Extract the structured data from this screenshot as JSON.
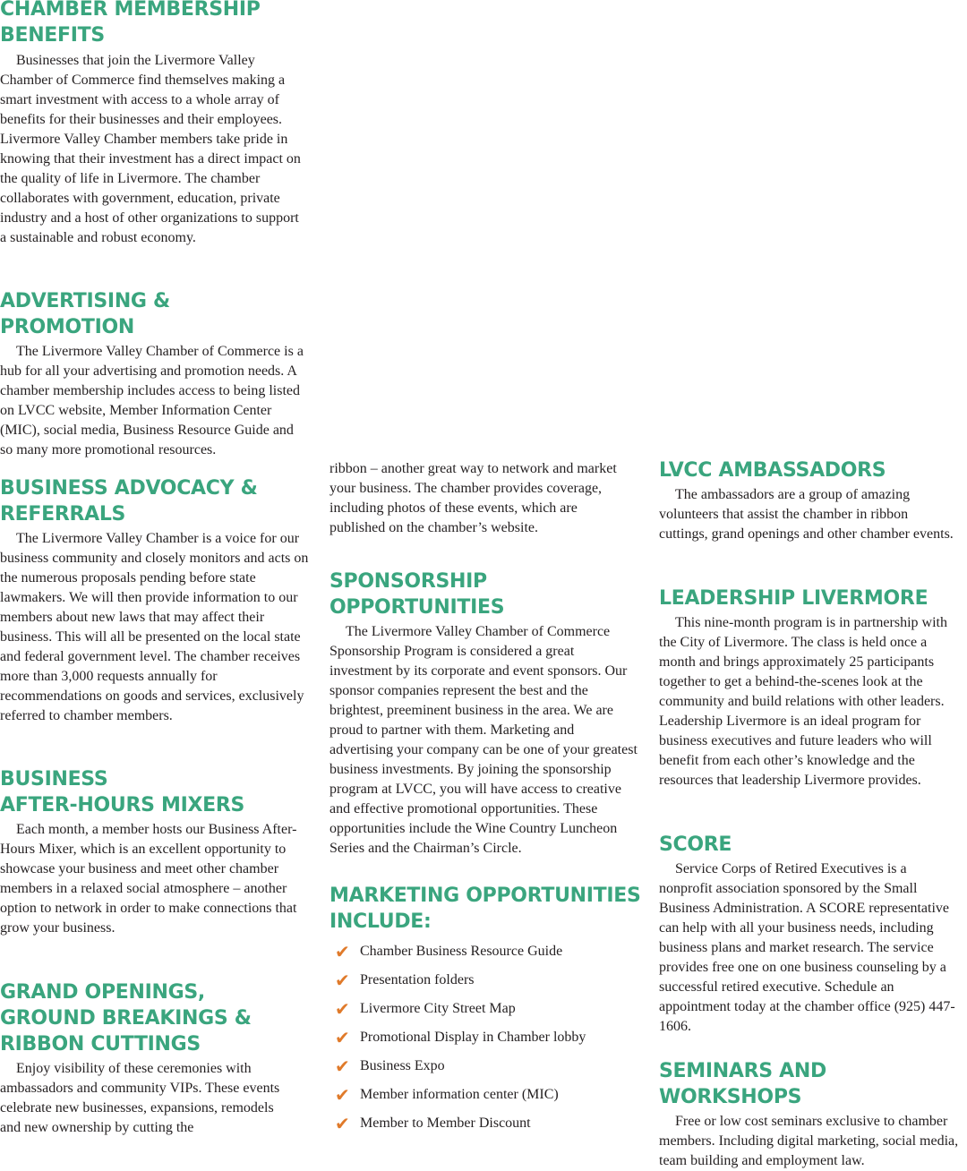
{
  "sections": {
    "membership": {
      "title": "CHAMBER MEMBERSHIP BENEFITS",
      "body": "Businesses that join the Livermore Valley Chamber of Commerce find themselves making a smart investment with access to a whole array of benefits for their businesses and their employees. Livermore Valley Chamber members take pride in knowing that their investment has a direct impact on the quality of life in Livermore. The chamber collaborates with government, education, private industry and a host of other organizations to support a sustainable and robust economy."
    },
    "advertising": {
      "title": "ADVERTISING & PROMOTION",
      "body": "The Livermore Valley Chamber of Commerce is a hub for all your advertising and promotion needs. A chamber membership includes access to being listed on LVCC website, Member Information Center (MIC), social media, Business Resource Guide and so many more promotional resources."
    },
    "advocacy": {
      "title": "BUSINESS ADVOCACY & REFERRALS",
      "body": "The Livermore Valley Chamber is a voice for our business community and closely monitors and acts on the numerous proposals pending before state lawmakers. We will then provide information to our members about new laws that may affect their business. This will all be presented on the local state and federal government level. The chamber receives more than 3,000 requests annually for recommendations on goods and services, exclusively referred to chamber members."
    },
    "mixers": {
      "title_line1": "BUSINESS",
      "title_line2": "AFTER-HOURS MIXERS",
      "body": "Each month, a member hosts our Business After-Hours Mixer, which is an excellent opportunity to showcase your business and meet other chamber members in a relaxed social atmosphere – another option to network in order to make connections that grow your business."
    },
    "openings": {
      "title_line1": "GRAND OPENINGS,",
      "title_line2": "GROUND BREAKINGS &",
      "title_line3": "RIBBON CUTTINGS",
      "body": "Enjoy visibility of these ceremonies with ambassadors and community VIPs. These events celebrate new businesses, expansions, remodels and new ownership by cutting the",
      "continued": "ribbon – another great way to network and market your business. The chamber provides coverage, including photos of these events, which are published on the chamber’s website."
    },
    "sponsorship": {
      "title": "SPONSORSHIP OPPORTUNITIES",
      "body": "The Livermore Valley Chamber of Commerce Sponsorship Program is considered a great investment by its corporate and event sponsors. Our sponsor companies represent the best and the brightest, preeminent business in the area. We are proud to partner with them. Marketing and advertising your company can be one of your greatest business investments. By joining the sponsorship program at LVCC, you will have access to creative and effective promotional opportunities. These opportunities include the Wine Country Luncheon Series and the Chairman’s Circle."
    },
    "marketing": {
      "title_line1": "MARKETING OPPORTUNITIES",
      "title_line2": "INCLUDE:",
      "check_glyph": "✔",
      "items": [
        "Chamber Business Resource Guide",
        "Presentation folders",
        "Livermore City Street Map",
        "Promotional Display in Chamber lobby",
        "Business Expo",
        "Member information center (MIC)",
        "Member to Member Discount"
      ]
    },
    "ambassadors": {
      "title": "LVCC AMBASSADORS",
      "body": "The ambassadors are a group of amazing volunteers that assist the chamber in ribbon cuttings, grand openings and other chamber events."
    },
    "leadership": {
      "title": "LEADERSHIP LIVERMORE",
      "body": "This nine-month program is in partnership with the City of Livermore. The class is held once a month and brings approximately 25 participants together to get a behind-the-scenes look at the community and build relations with other leaders. Leadership Livermore is an ideal program for business executives and future leaders who will benefit from each other’s knowledge and the resources that leadership Livermore provides."
    },
    "score": {
      "title": "SCORE",
      "body": "Service Corps of Retired Executives is a nonprofit association sponsored by the Small Business Administration. A SCORE representative can help with all your business needs, including business plans and market research. The service provides free one on one business counseling by a successful retired executive. Schedule an appointment today at the chamber office (925) 447-1606."
    },
    "seminars": {
      "title": "SEMINARS AND WORKSHOPS",
      "body": "Free or low cost seminars exclusive to chamber members. Including digital marketing, social media, team building and employment law."
    }
  },
  "colors": {
    "heading": "#3aa57e",
    "check": "#e07a2a",
    "text": "#231f20"
  }
}
